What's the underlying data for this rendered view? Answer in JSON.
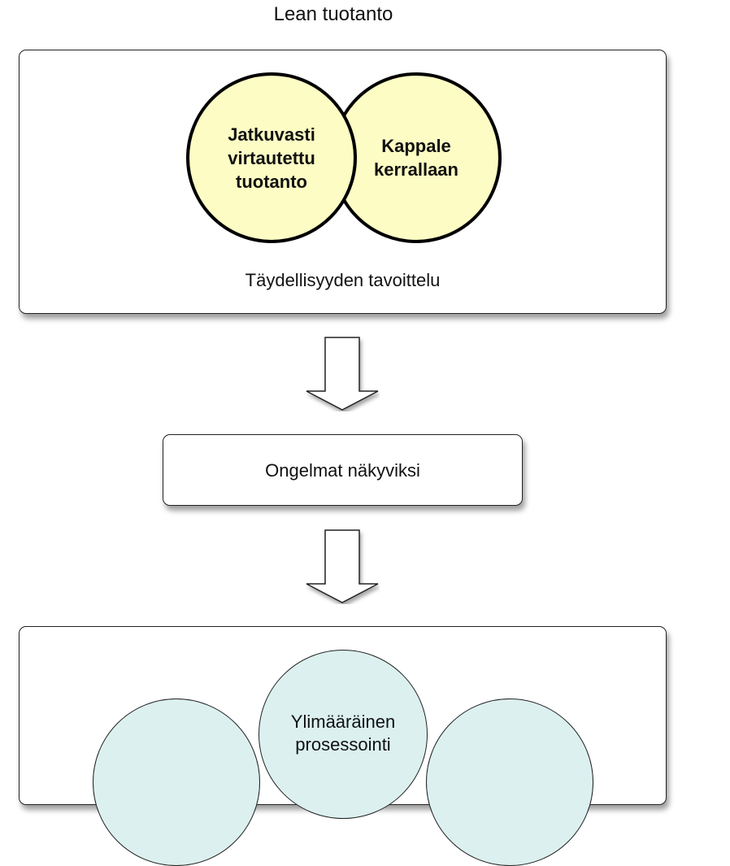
{
  "diagram": {
    "title": "Lean tuotanto",
    "top_box": {
      "label": "Täydellisyyden tavoittelu",
      "circles": [
        {
          "text": "Jatkuvasti\nvirtautettu\ntuotanto"
        },
        {
          "text": "Kappale\nkerrallaan"
        }
      ],
      "circle_fill": "#fcfcc4"
    },
    "middle_box": {
      "label": "Ongelmat näkyviksi"
    },
    "bottom_box": {
      "circles": [
        {
          "text": ""
        },
        {
          "text": "Ylimääräinen\nprosessointi"
        },
        {
          "text": ""
        }
      ],
      "circle_fill": "#dcf0f0"
    }
  }
}
